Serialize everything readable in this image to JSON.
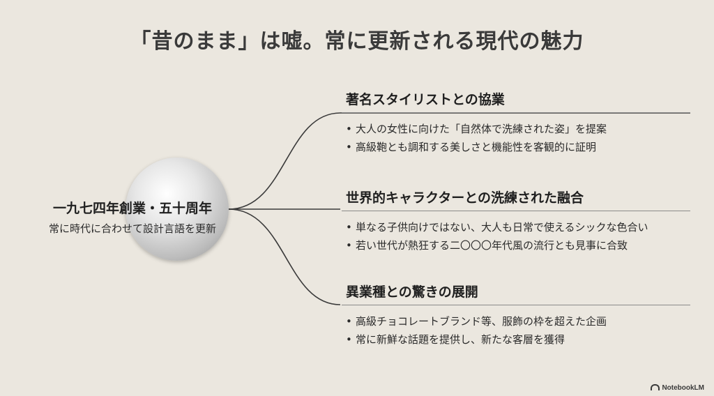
{
  "title": "「昔のまま」は嘘。常に更新される現代の魅力",
  "center": {
    "title": "一九七四年創業・五十周年",
    "subtitle": "常に時代に合わせて設計言語を更新"
  },
  "branches": [
    {
      "heading": "著名スタイリストとの協業",
      "bullets": [
        "大人の女性に向けた「自然体で洗練された姿」を提案",
        "高級鞄とも調和する美しさと機能性を客観的に証明"
      ]
    },
    {
      "heading": "世界的キャラクターとの洗練された融合",
      "bullets": [
        "単なる子供向けではない、大人も日常で使えるシックな色合い",
        "若い世代が熱狂する二〇〇〇年代風の流行とも見事に合致"
      ]
    },
    {
      "heading": "異業種との驚きの展開",
      "bullets": [
        "高級チョコレートブランド等、服飾の枠を超えた企画",
        "常に新鮮な話題を提供し、新たな客層を獲得"
      ]
    }
  ],
  "brand": "NotebookLM",
  "colors": {
    "background": "#ebe7df",
    "text": "#2b2b2b",
    "rule": "#8a8a8a"
  }
}
